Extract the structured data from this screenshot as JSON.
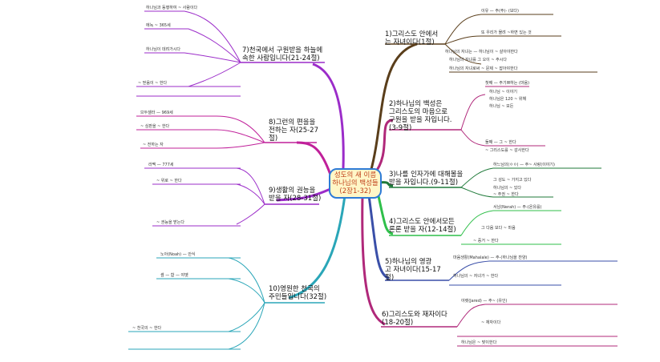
{
  "center": {
    "line1": "성도의 새 이름",
    "line2": "하나님의 백성들",
    "line3": "(2장1-32)",
    "border_color": "#2e7bd6",
    "fill_color": "#fff7c8",
    "text_color": "#c0401a"
  },
  "branches": [
    {
      "id": "b1",
      "color": "#5a3e1b",
      "label": "1)그리스도 안에서\n는 자녀이다(1절)",
      "details": [
        "이유 — 주(주)- (보다)",
        "또 우리가 몰려 ~하면 있는 것",
        "하나님의 자녀는 — 하나님이 ~ 살아야한다",
        "하나님의 자녀를 그 오이 ~ 주시다",
        "하나님의 자녀로써 ~ 문제 ~ 잡아야한다"
      ]
    },
    {
      "id": "b2",
      "color": "#b0287a",
      "label": "2)하나님의 백성은\n그리스도의 마음으로\n구원을 받을 자입니다.\n(3-9절)",
      "details": [
        "첫째 — 주기쁘하는 (마음)",
        "하나님 ~ 이야기",
        "하나님은 120 ~ 위해",
        "하나님 ~ 모든",
        "둘째 — 그 ~ 한다",
        "~ 그리스도를 ~ 감사한다"
      ]
    },
    {
      "id": "b3",
      "color": "#1f7a3a",
      "label": "3)나를 인자가에 대해볼을\n받을 자입니다.(9-11절)",
      "details": [
        "하느님의(ㅇㅇ) — 주~ 사랑(이야기)",
        "그 성도 ~ 가지고 있다",
        "하나님의 ~ 있다",
        "~ 주권 ~ 한다"
      ]
    },
    {
      "id": "b4",
      "color": "#2fbf4a",
      "label": "4)그리스도 안에서모든\n론론 받을 자(12-14절)",
      "details": [
        "서남(Nerah) — 주-(온유를)",
        "그 다음 보다 ~ 마음",
        "~ 증거 ~ 한다"
      ]
    },
    {
      "id": "b5",
      "color": "#3a4fa8",
      "label": "5)하나님의 영광\n고 자녀이다(15-17\n절)",
      "details": [
        "마음생활(Mahalale) — 주-(하나님을 찬양)",
        "하나님의 ~ 자녀가 ~ 한다"
      ]
    },
    {
      "id": "b6",
      "color": "#b0287a",
      "label": "6)그리스도와 재자이다\n(18-20절)",
      "details": [
        "야렛(Jared) — 주~ (유인)",
        "~ 재자이다",
        "하나님은 ~ 맞이한다"
      ]
    },
    {
      "id": "b7",
      "color": "#9b2cc9",
      "label": "7)천국에서 구원받을 하늘에\n속한 사람입니다(21-24절)",
      "details": [
        "하나님과 동행하여 ~ 사람이다",
        "에녹 ~ 365세",
        "하나님이 데려가시다",
        "~ 믿음이 ~ 한다"
      ]
    },
    {
      "id": "b8",
      "color": "#c0209a",
      "label": "8)그런의 편을을\n전하는 자(25-27\n절)",
      "details": [
        "므두셀라 — 969세",
        "~ 심판을 ~ 한다",
        "~ 전하는 자"
      ]
    },
    {
      "id": "b9",
      "color": "#9b2cc9",
      "label": "9)생활의 권능을\n받을 자(28-31절)",
      "details": [
        "라멕 — 777세",
        "~ 위로 ~ 한다",
        "~ 권능을 받는다"
      ]
    },
    {
      "id": "b10",
      "color": "#2aa6b8",
      "label": "10)영원한 천국의\n주민들입니다(32절)",
      "details": [
        "노아(Noah) — 안식",
        "셈 — 함 — 야벳",
        "~ 천국의 ~ 한다"
      ]
    }
  ]
}
